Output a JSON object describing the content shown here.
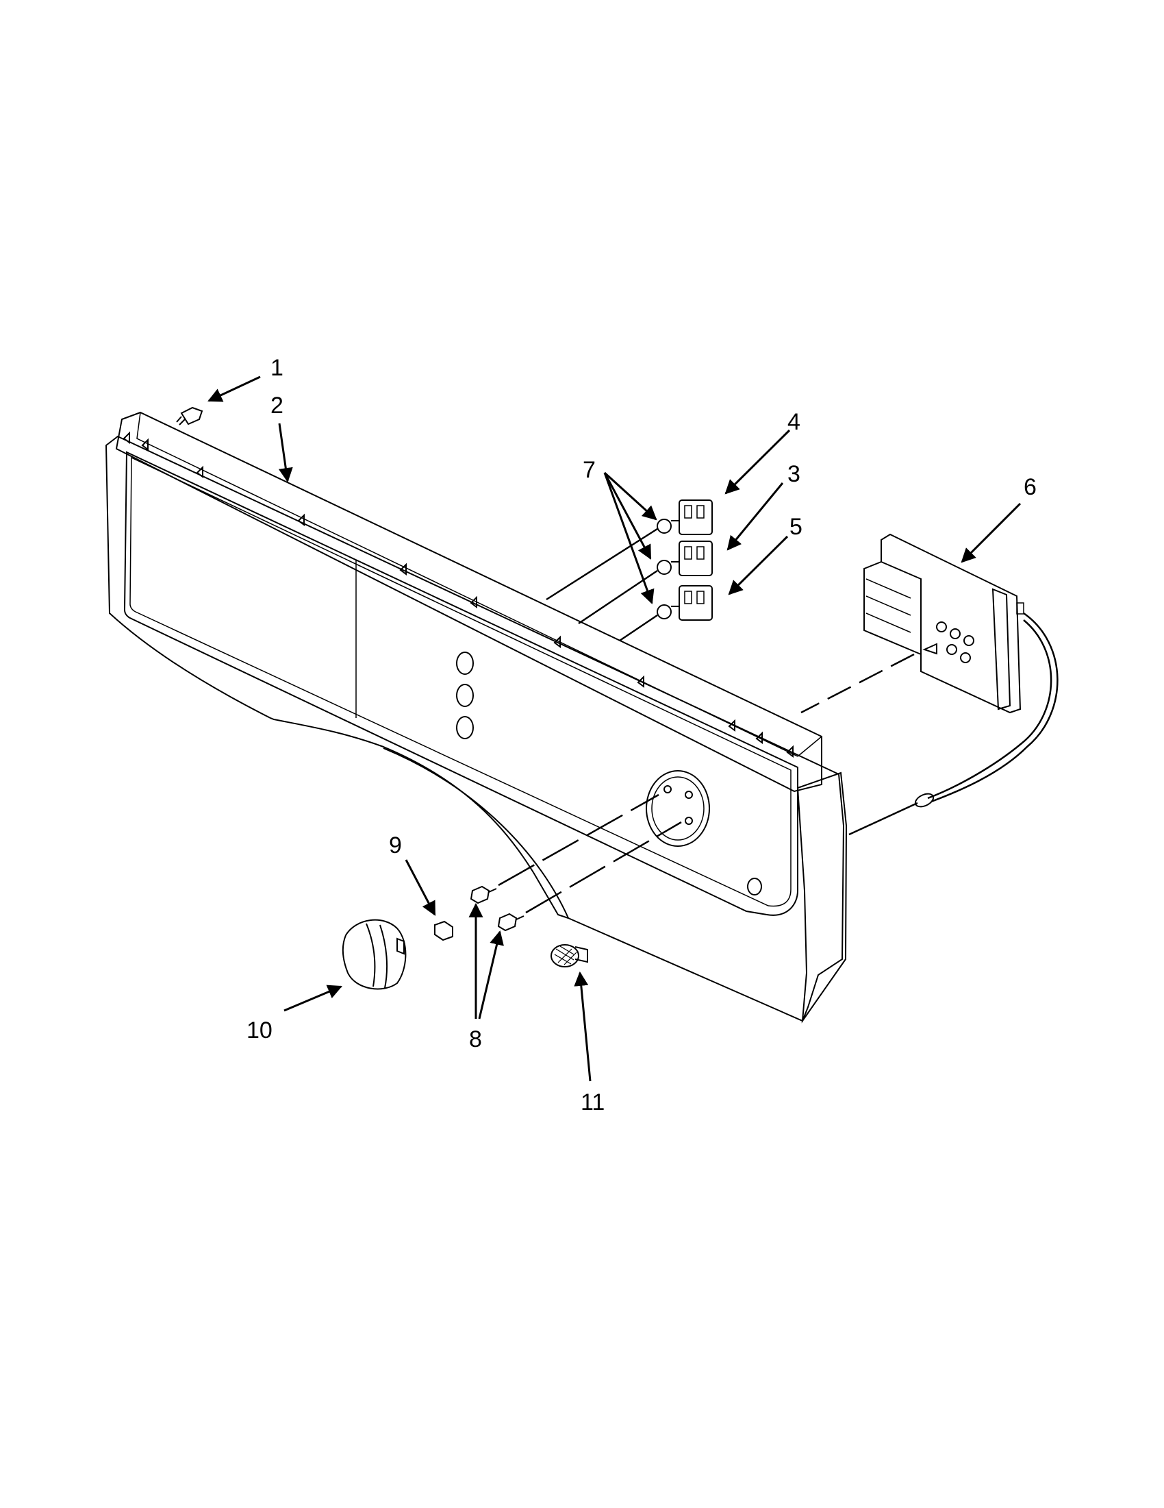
{
  "callouts": [
    {
      "id": "1",
      "label": "1"
    },
    {
      "id": "2",
      "label": "2"
    },
    {
      "id": "3",
      "label": "3"
    },
    {
      "id": "4",
      "label": "4"
    },
    {
      "id": "5",
      "label": "5"
    },
    {
      "id": "6",
      "label": "6"
    },
    {
      "id": "7",
      "label": "7"
    },
    {
      "id": "8",
      "label": "8"
    },
    {
      "id": "9",
      "label": "9"
    },
    {
      "id": "10",
      "label": "10"
    },
    {
      "id": "11",
      "label": "11"
    }
  ],
  "colors": {
    "part_fill": "#f2ebd6",
    "ink": "#000000",
    "background": "#ffffff"
  }
}
